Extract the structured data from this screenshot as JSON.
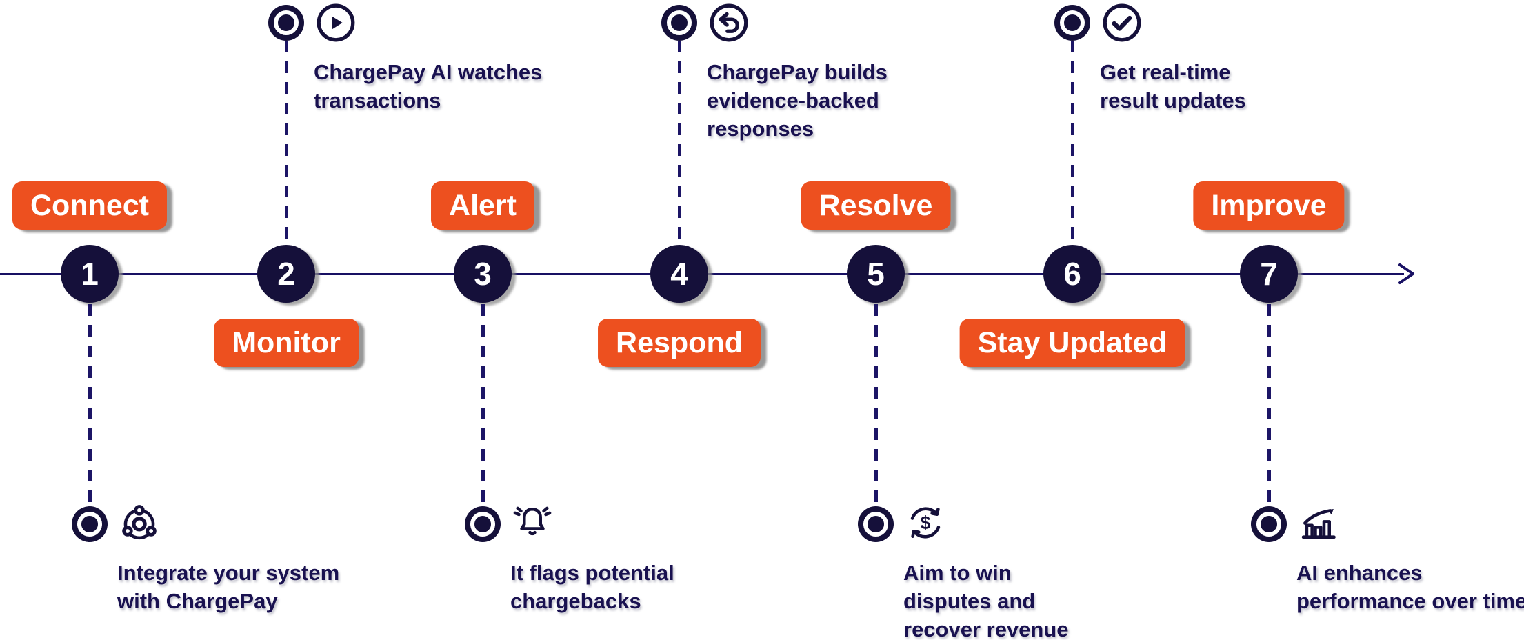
{
  "palette": {
    "background": "#ffffff",
    "accent_orange": "#ED501F",
    "navy": "#15103A",
    "line_navy": "#181063",
    "text_navy": "#191150",
    "badge_text": "#ffffff",
    "shadow_gray": "#9a9a9a"
  },
  "timeline": {
    "direction_icon": "arrow-right-icon",
    "steps": [
      {
        "number": "1",
        "label": "Connect",
        "label_position": "top",
        "icon": "integration-icon",
        "description": [
          "Integrate your system",
          "with ChargePay"
        ]
      },
      {
        "number": "2",
        "label": "Monitor",
        "label_position": "bottom",
        "icon": "play-icon",
        "description": [
          "ChargePay AI watches",
          "transactions"
        ]
      },
      {
        "number": "3",
        "label": "Alert",
        "label_position": "top",
        "icon": "bell-icon",
        "description": [
          "It flags potential",
          "chargebacks"
        ]
      },
      {
        "number": "4",
        "label": "Respond",
        "label_position": "bottom",
        "icon": "reply-arrow-icon",
        "description": [
          "ChargePay builds",
          "evidence-backed",
          "responses"
        ]
      },
      {
        "number": "5",
        "label": "Resolve",
        "label_position": "top",
        "icon": "money-refresh-icon",
        "description": [
          "Aim to win",
          "disputes and",
          "recover revenue"
        ]
      },
      {
        "number": "6",
        "label": "Stay Updated",
        "label_position": "bottom",
        "icon": "check-circle-icon",
        "description": [
          "Get real-time",
          "result updates"
        ]
      },
      {
        "number": "7",
        "label": "Improve",
        "label_position": "top",
        "icon": "growth-chart-icon",
        "description": [
          "AI enhances",
          "performance over time"
        ]
      }
    ]
  }
}
